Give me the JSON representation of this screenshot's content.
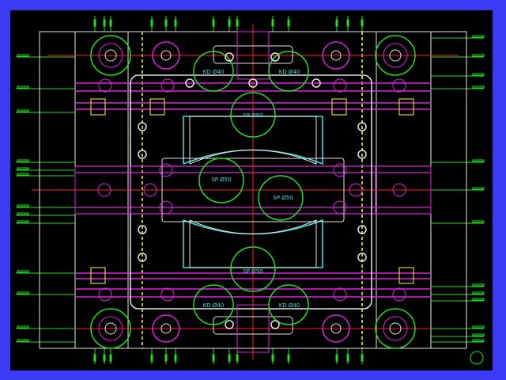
{
  "drawing": {
    "labels": [
      {
        "text": "KD Ø40",
        "pos": "top-left-guide"
      },
      {
        "text": "KD Ø40",
        "pos": "top-right-guide"
      },
      {
        "text": "SP Ø50",
        "pos": "top-sprue"
      },
      {
        "text": "SP Ø50",
        "pos": "center-left-sprue"
      },
      {
        "text": "SP Ø50",
        "pos": "center-right-sprue"
      },
      {
        "text": "SP Ø50",
        "pos": "bottom-sprue"
      },
      {
        "text": "KD Ø40",
        "pos": "bottom-left-guide"
      },
      {
        "text": "KD Ø40",
        "pos": "bottom-right-guide"
      }
    ],
    "colors": {
      "background": "#000000",
      "border": "#3b3bf5",
      "outline": "#e6e6e6",
      "centerline": "#ff2020",
      "circle": "#20e020",
      "plate": "#e020e0",
      "guide": "#ffff20",
      "cavity": "#40e0e0"
    }
  }
}
